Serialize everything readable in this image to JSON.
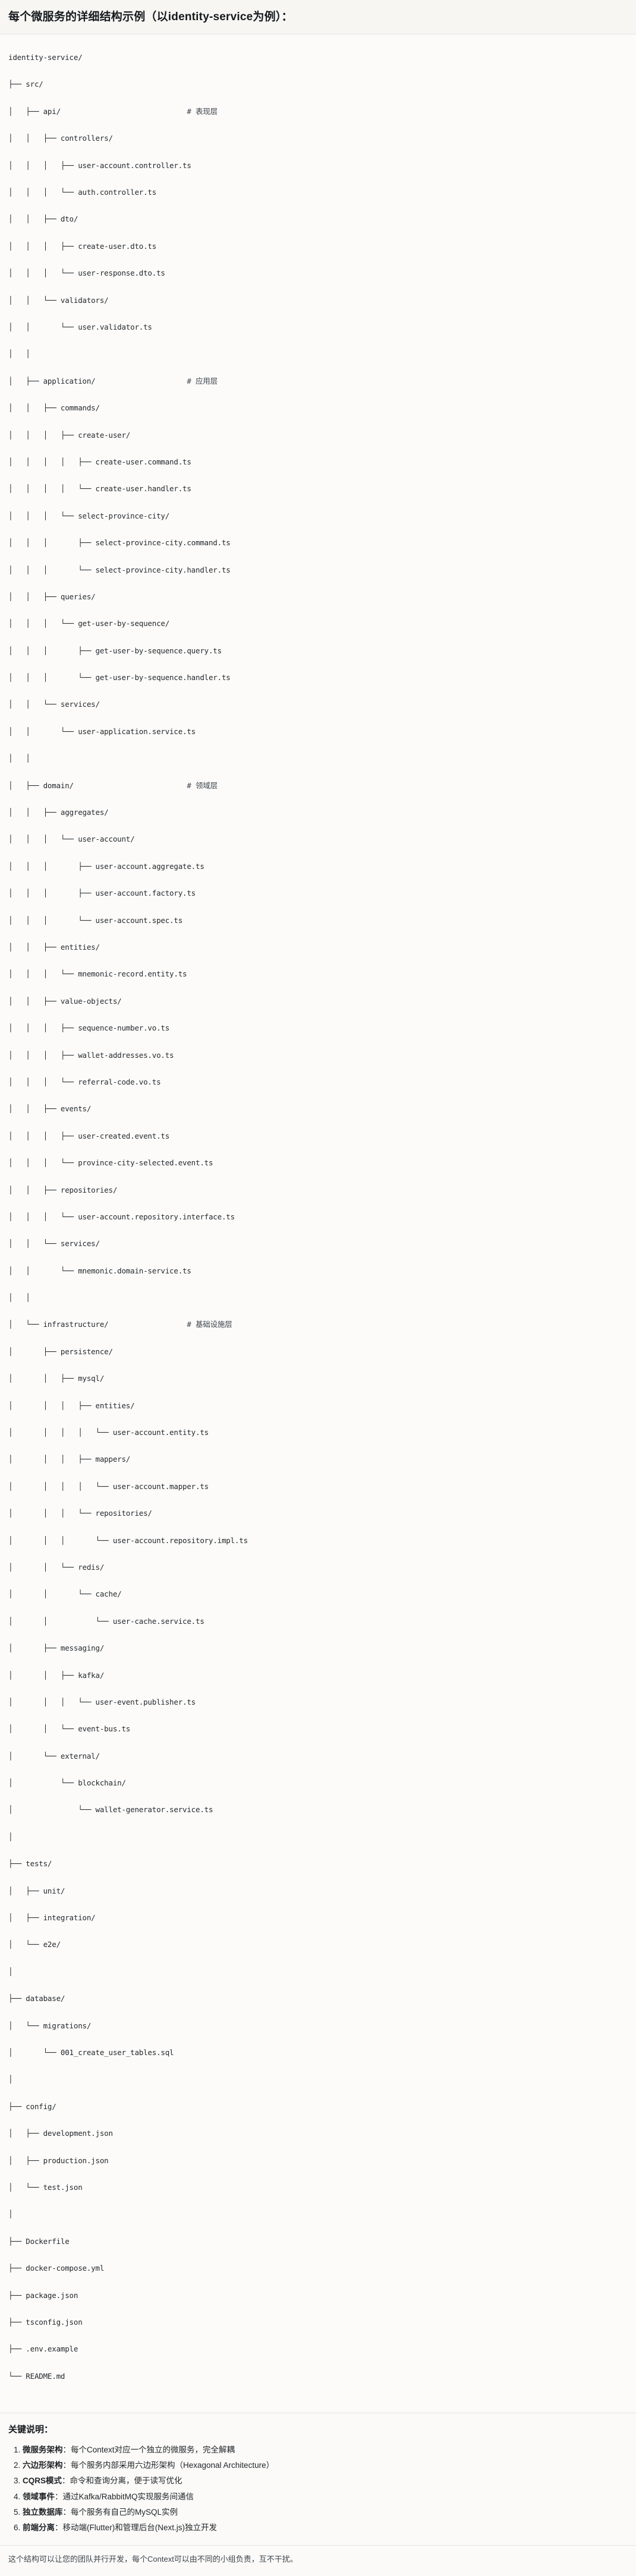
{
  "header": {
    "title": "每个微服务的详细结构示例（以identity-service为例）："
  },
  "tree": {
    "root": "identity-service/",
    "lines": [
      {
        "text": "identity-service/",
        "comment": ""
      },
      {
        "text": "├── src/",
        "comment": ""
      },
      {
        "text": "│   ├── api/",
        "comment": "# 表现层"
      },
      {
        "text": "│   │   ├── controllers/",
        "comment": ""
      },
      {
        "text": "│   │   │   ├── user-account.controller.ts",
        "comment": ""
      },
      {
        "text": "│   │   │   └── auth.controller.ts",
        "comment": ""
      },
      {
        "text": "│   │   ├── dto/",
        "comment": ""
      },
      {
        "text": "│   │   │   ├── create-user.dto.ts",
        "comment": ""
      },
      {
        "text": "│   │   │   └── user-response.dto.ts",
        "comment": ""
      },
      {
        "text": "│   │   └── validators/",
        "comment": ""
      },
      {
        "text": "│   │       └── user.validator.ts",
        "comment": ""
      },
      {
        "text": "│   │",
        "comment": ""
      },
      {
        "text": "│   ├── application/",
        "comment": "# 应用层"
      },
      {
        "text": "│   │   ├── commands/",
        "comment": ""
      },
      {
        "text": "│   │   │   ├── create-user/",
        "comment": ""
      },
      {
        "text": "│   │   │   │   ├── create-user.command.ts",
        "comment": ""
      },
      {
        "text": "│   │   │   │   └── create-user.handler.ts",
        "comment": ""
      },
      {
        "text": "│   │   │   └── select-province-city/",
        "comment": ""
      },
      {
        "text": "│   │   │       ├── select-province-city.command.ts",
        "comment": ""
      },
      {
        "text": "│   │   │       └── select-province-city.handler.ts",
        "comment": ""
      },
      {
        "text": "│   │   ├── queries/",
        "comment": ""
      },
      {
        "text": "│   │   │   └── get-user-by-sequence/",
        "comment": ""
      },
      {
        "text": "│   │   │       ├── get-user-by-sequence.query.ts",
        "comment": ""
      },
      {
        "text": "│   │   │       └── get-user-by-sequence.handler.ts",
        "comment": ""
      },
      {
        "text": "│   │   └── services/",
        "comment": ""
      },
      {
        "text": "│   │       └── user-application.service.ts",
        "comment": ""
      },
      {
        "text": "│   │",
        "comment": ""
      },
      {
        "text": "│   ├── domain/",
        "comment": "# 领域层"
      },
      {
        "text": "│   │   ├── aggregates/",
        "comment": ""
      },
      {
        "text": "│   │   │   └── user-account/",
        "comment": ""
      },
      {
        "text": "│   │   │       ├── user-account.aggregate.ts",
        "comment": ""
      },
      {
        "text": "│   │   │       ├── user-account.factory.ts",
        "comment": ""
      },
      {
        "text": "│   │   │       └── user-account.spec.ts",
        "comment": ""
      },
      {
        "text": "│   │   ├── entities/",
        "comment": ""
      },
      {
        "text": "│   │   │   └── mnemonic-record.entity.ts",
        "comment": ""
      },
      {
        "text": "│   │   ├── value-objects/",
        "comment": ""
      },
      {
        "text": "│   │   │   ├── sequence-number.vo.ts",
        "comment": ""
      },
      {
        "text": "│   │   │   ├── wallet-addresses.vo.ts",
        "comment": ""
      },
      {
        "text": "│   │   │   └── referral-code.vo.ts",
        "comment": ""
      },
      {
        "text": "│   │   ├── events/",
        "comment": ""
      },
      {
        "text": "│   │   │   ├── user-created.event.ts",
        "comment": ""
      },
      {
        "text": "│   │   │   └── province-city-selected.event.ts",
        "comment": ""
      },
      {
        "text": "│   │   ├── repositories/",
        "comment": ""
      },
      {
        "text": "│   │   │   └── user-account.repository.interface.ts",
        "comment": ""
      },
      {
        "text": "│   │   └── services/",
        "comment": ""
      },
      {
        "text": "│   │       └── mnemonic.domain-service.ts",
        "comment": ""
      },
      {
        "text": "│   │",
        "comment": ""
      },
      {
        "text": "│   └── infrastructure/",
        "comment": "# 基础设施层"
      },
      {
        "text": "│       ├── persistence/",
        "comment": ""
      },
      {
        "text": "│       │   ├── mysql/",
        "comment": ""
      },
      {
        "text": "│       │   │   ├── entities/",
        "comment": ""
      },
      {
        "text": "│       │   │   │   └── user-account.entity.ts",
        "comment": ""
      },
      {
        "text": "│       │   │   ├── mappers/",
        "comment": ""
      },
      {
        "text": "│       │   │   │   └── user-account.mapper.ts",
        "comment": ""
      },
      {
        "text": "│       │   │   └── repositories/",
        "comment": ""
      },
      {
        "text": "│       │   │       └── user-account.repository.impl.ts",
        "comment": ""
      },
      {
        "text": "│       │   └── redis/",
        "comment": ""
      },
      {
        "text": "│       │       └── cache/",
        "comment": ""
      },
      {
        "text": "│       │           └── user-cache.service.ts",
        "comment": ""
      },
      {
        "text": "│       ├── messaging/",
        "comment": ""
      },
      {
        "text": "│       │   ├── kafka/",
        "comment": ""
      },
      {
        "text": "│       │   │   └── user-event.publisher.ts",
        "comment": ""
      },
      {
        "text": "│       │   └── event-bus.ts",
        "comment": ""
      },
      {
        "text": "│       └── external/",
        "comment": ""
      },
      {
        "text": "│           └── blockchain/",
        "comment": ""
      },
      {
        "text": "│               └── wallet-generator.service.ts",
        "comment": ""
      },
      {
        "text": "│",
        "comment": ""
      },
      {
        "text": "├── tests/",
        "comment": ""
      },
      {
        "text": "│   ├── unit/",
        "comment": ""
      },
      {
        "text": "│   ├── integration/",
        "comment": ""
      },
      {
        "text": "│   └── e2e/",
        "comment": ""
      },
      {
        "text": "│",
        "comment": ""
      },
      {
        "text": "├── database/",
        "comment": ""
      },
      {
        "text": "│   └── migrations/",
        "comment": ""
      },
      {
        "text": "│       └── 001_create_user_tables.sql",
        "comment": ""
      },
      {
        "text": "│",
        "comment": ""
      },
      {
        "text": "├── config/",
        "comment": ""
      },
      {
        "text": "│   ├── development.json",
        "comment": ""
      },
      {
        "text": "│   ├── production.json",
        "comment": ""
      },
      {
        "text": "│   └── test.json",
        "comment": ""
      },
      {
        "text": "│",
        "comment": ""
      },
      {
        "text": "├── Dockerfile",
        "comment": ""
      },
      {
        "text": "├── docker-compose.yml",
        "comment": ""
      },
      {
        "text": "├── package.json",
        "comment": ""
      },
      {
        "text": "├── tsconfig.json",
        "comment": ""
      },
      {
        "text": "├── .env.example",
        "comment": ""
      },
      {
        "text": "└── README.md",
        "comment": ""
      }
    ]
  },
  "notes": {
    "title": "关键说明：",
    "items": [
      {
        "label": "微服务架构",
        "text": "：每个Context对应一个独立的微服务，完全解耦"
      },
      {
        "label": "六边形架构",
        "text": "：每个服务内部采用六边形架构（Hexagonal Architecture）"
      },
      {
        "label": "CQRS模式",
        "text": "：命令和查询分离，便于读写优化"
      },
      {
        "label": "领域事件",
        "text": "：通过Kafka/RabbitMQ实现服务间通信"
      },
      {
        "label": "独立数据库",
        "text": "：每个服务有自己的MySQL实例"
      },
      {
        "label": "前端分离",
        "text": "：移动端(Flutter)和管理后台(Next.js)独立开发"
      }
    ],
    "footer": "这个结构可以让您的团队并行开发，每个Context可以由不同的小组负责，互不干扰。"
  }
}
